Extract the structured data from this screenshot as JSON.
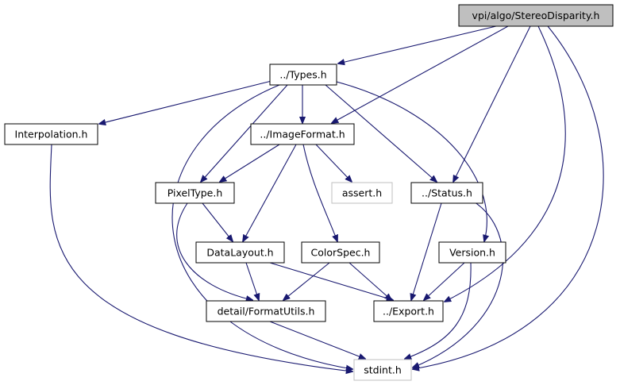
{
  "graph": {
    "nodes": [
      {
        "id": "stereo",
        "label": "vpi/algo/StereoDisparity.h",
        "style": "root"
      },
      {
        "id": "types",
        "label": "../Types.h",
        "style": "normal"
      },
      {
        "id": "interpolation",
        "label": "Interpolation.h",
        "style": "normal"
      },
      {
        "id": "imageformat",
        "label": "../ImageFormat.h",
        "style": "normal"
      },
      {
        "id": "pixeltype",
        "label": "PixelType.h",
        "style": "normal"
      },
      {
        "id": "assert",
        "label": "assert.h",
        "style": "external"
      },
      {
        "id": "status",
        "label": "../Status.h",
        "style": "normal"
      },
      {
        "id": "datalayout",
        "label": "DataLayout.h",
        "style": "normal"
      },
      {
        "id": "colorspec",
        "label": "ColorSpec.h",
        "style": "normal"
      },
      {
        "id": "version",
        "label": "Version.h",
        "style": "normal"
      },
      {
        "id": "formatutils",
        "label": "detail/FormatUtils.h",
        "style": "normal"
      },
      {
        "id": "export",
        "label": "../Export.h",
        "style": "normal"
      },
      {
        "id": "stdint",
        "label": "stdint.h",
        "style": "external"
      }
    ],
    "edges": [
      {
        "from": "stereo",
        "to": "types"
      },
      {
        "from": "stereo",
        "to": "imageformat"
      },
      {
        "from": "stereo",
        "to": "status"
      },
      {
        "from": "stereo",
        "to": "export"
      },
      {
        "from": "stereo",
        "to": "stdint"
      },
      {
        "from": "types",
        "to": "interpolation"
      },
      {
        "from": "types",
        "to": "imageformat"
      },
      {
        "from": "types",
        "to": "pixeltype"
      },
      {
        "from": "types",
        "to": "status"
      },
      {
        "from": "types",
        "to": "version"
      },
      {
        "from": "types",
        "to": "stdint"
      },
      {
        "from": "interpolation",
        "to": "stdint"
      },
      {
        "from": "imageformat",
        "to": "pixeltype"
      },
      {
        "from": "imageformat",
        "to": "assert"
      },
      {
        "from": "imageformat",
        "to": "datalayout"
      },
      {
        "from": "imageformat",
        "to": "colorspec"
      },
      {
        "from": "pixeltype",
        "to": "datalayout"
      },
      {
        "from": "pixeltype",
        "to": "formatutils"
      },
      {
        "from": "datalayout",
        "to": "formatutils"
      },
      {
        "from": "datalayout",
        "to": "export"
      },
      {
        "from": "colorspec",
        "to": "formatutils"
      },
      {
        "from": "colorspec",
        "to": "export"
      },
      {
        "from": "status",
        "to": "export"
      },
      {
        "from": "status",
        "to": "stdint"
      },
      {
        "from": "version",
        "to": "export"
      },
      {
        "from": "version",
        "to": "stdint"
      },
      {
        "from": "formatutils",
        "to": "stdint"
      }
    ]
  },
  "colors": {
    "edge": "#191970",
    "root_fill": "#bfbfbf",
    "node_fill": "#ffffff",
    "node_border": "#000000",
    "external_border": "#bfbfbf"
  }
}
